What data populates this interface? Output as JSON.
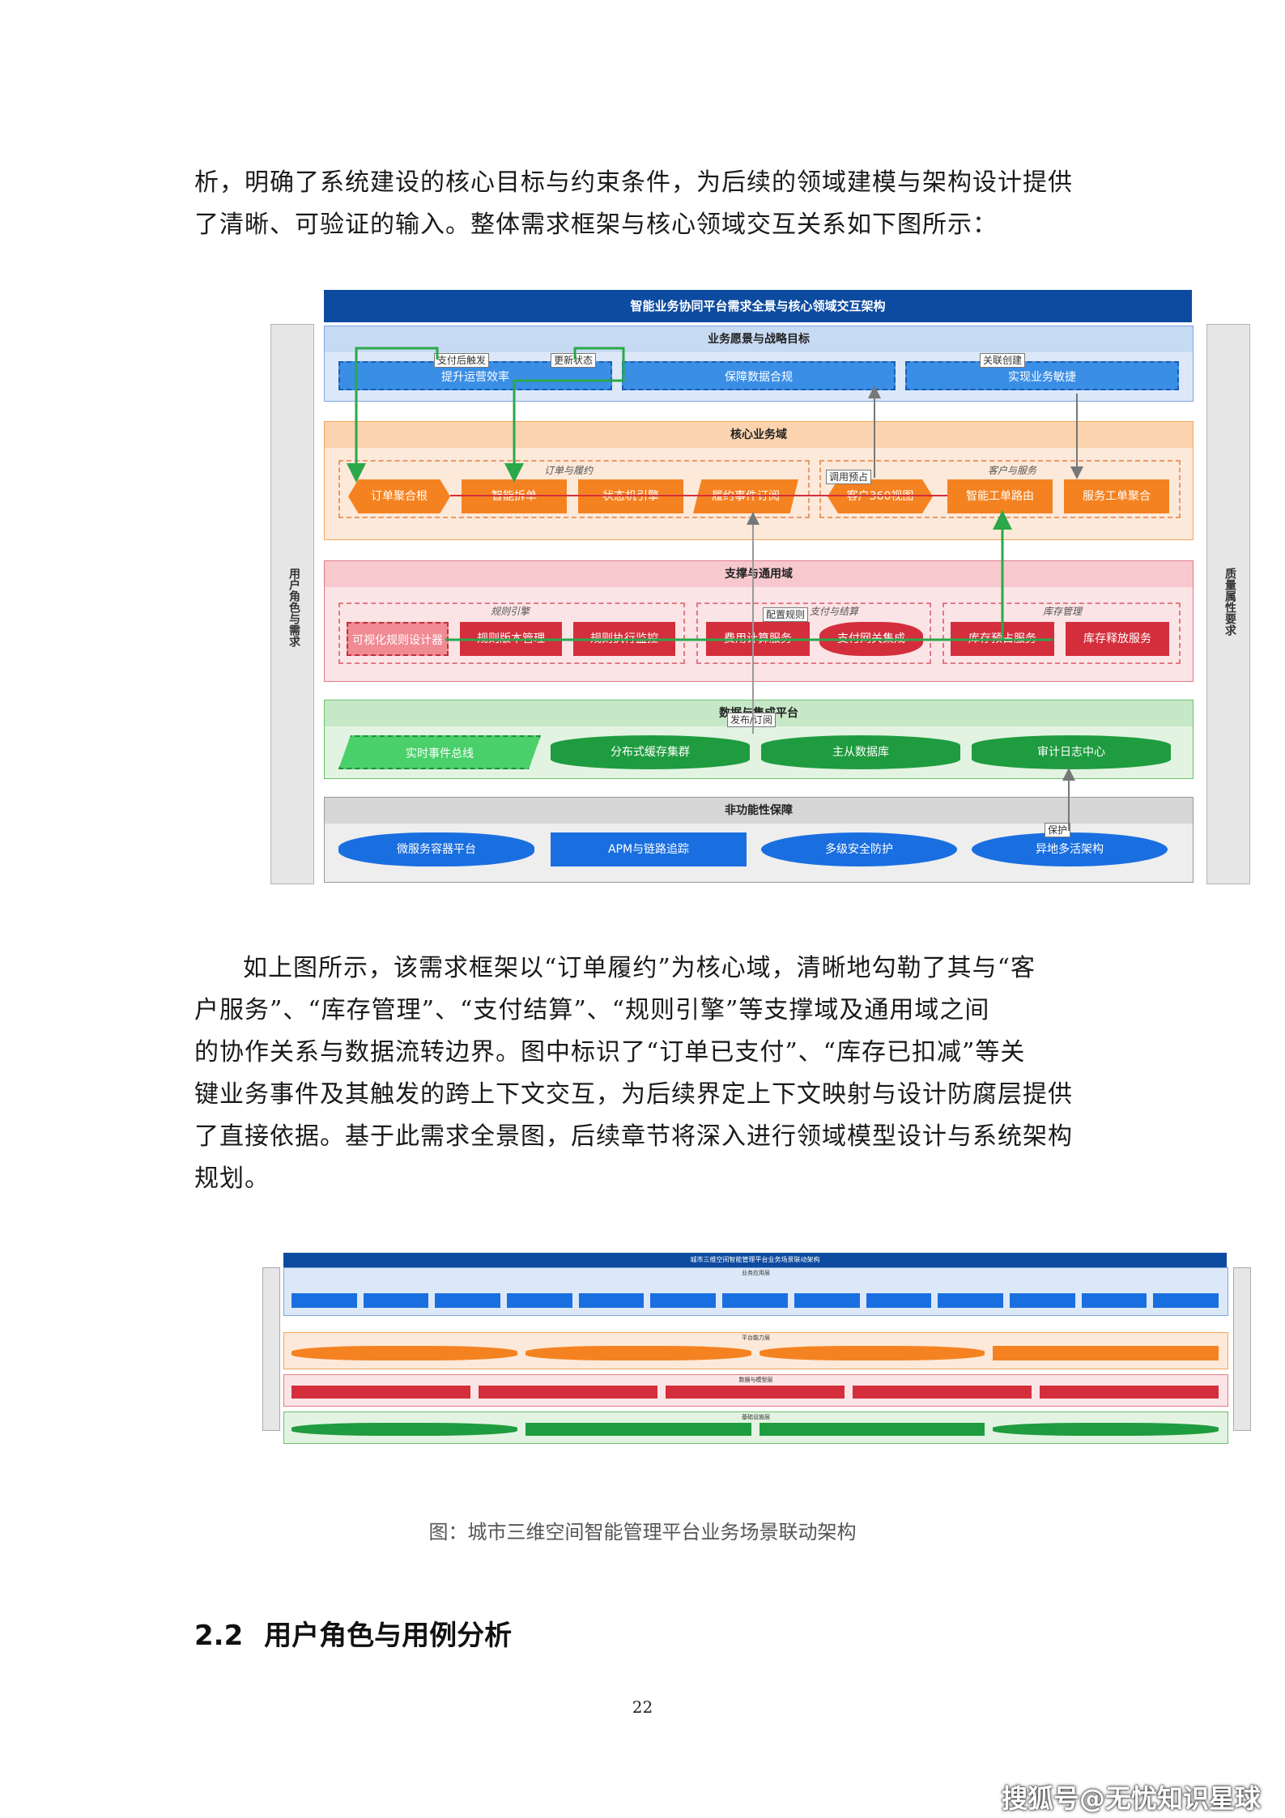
{
  "intro": {
    "line1": "析，明确了系统建设的核心目标与约束条件，为后续的领域建模与架构设计提供",
    "line2": "了清晰、可验证的输入。整体需求框架与核心领域交互关系如下图所示："
  },
  "figure1": {
    "title": "智能业务协同平台需求全景与核心领域交互架构",
    "left_side": "用户角色与需求",
    "right_side": "质量属性要求",
    "band_vision": "业务愿景与战略目标",
    "vision_items": [
      "提升运营效率",
      "保障数据合规",
      "实现业务敏捷"
    ],
    "vision_tags": [
      "支付后触发",
      "更新状态",
      "关联创建"
    ],
    "band_core": "核心业务域",
    "core_group_order": "订单与履约",
    "core_group_customer": "客户与服务",
    "core_order_items": [
      "订单聚合根",
      "智能拆单",
      "状态机引擎",
      "履约事件订阅"
    ],
    "core_customer_items": [
      "客户360视图",
      "智能工单路由",
      "服务工单聚合"
    ],
    "core_tag": "调用预占",
    "band_support": "支撑与通用域",
    "support_group_rules": "规则引擎",
    "support_group_pay": "支付与结算",
    "support_group_inv": "库存管理",
    "support_rules_items": [
      "可视化规则设计器",
      "规则版本管理",
      "规则执行监控"
    ],
    "support_pay_items": [
      "费用计算服务",
      "支付网关集成"
    ],
    "support_inv_items": [
      "库存预占服务",
      "库存释放服务"
    ],
    "support_tag": "配置规则",
    "band_data": "数据与集成平台",
    "data_tag": "发布/订阅",
    "data_items": [
      "实时事件总线",
      "分布式缓存集群",
      "主从数据库",
      "审计日志中心"
    ],
    "band_nfr": "非功能性保障",
    "nfr_items": [
      "微服务容器平台",
      "APM与链路追踪",
      "多级安全防护",
      "异地多活架构"
    ],
    "nfr_tag": "保护"
  },
  "body": {
    "l1": "如上图所示，该需求框架以“订单履约”为核心域，清晰地勾勒了其与“客",
    "l2": "户服务”、“库存管理”、“支付结算”、“规则引擎”等支撑域及通用域之间",
    "l3": "的协作关系与数据流转边界。图中标识了“订单已支付”、“库存已扣减”等关",
    "l4": "键业务事件及其触发的跨上下文交互，为后续界定上下文映射与设计防腐层提供",
    "l5": "了直接依据。基于此需求全景图，后续章节将深入进行领域模型设计与系统架构",
    "l6": "规划。"
  },
  "figure2": {
    "title": "城市三维空间智能管理平台业务场景联动架构",
    "band1": "业务应用层",
    "band2": "平台能力层",
    "band3": "数据与模型层",
    "band4": "基础设施层",
    "caption": "图：城市三维空间智能管理平台业务场景联动架构"
  },
  "section": {
    "number": "2.2",
    "title": "用户角色与用例分析"
  },
  "page_number": "22",
  "footer_brand": "搜狐号@无忧知识星球"
}
